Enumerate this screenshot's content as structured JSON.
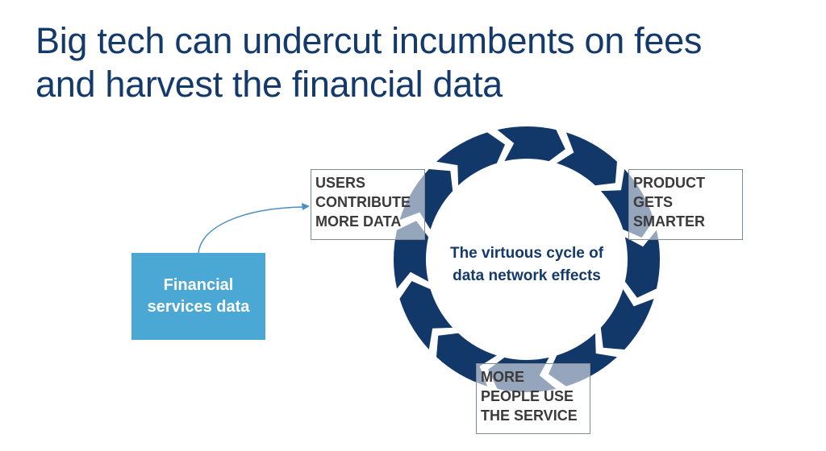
{
  "title": {
    "line1": "Big tech can undercut incumbents on fees",
    "line2": "and harvest the financial data"
  },
  "cycle": {
    "center_line1": "The virtuous cycle of",
    "center_line2": "data network effects",
    "segment_count": 12,
    "colors": {
      "ring": "#12386a",
      "arrow": "#4a8fc4",
      "source_box": "#4ba8d4",
      "title": "#143a6b"
    },
    "stages": [
      {
        "lines": [
          "USERS",
          "CONTRIBUTE",
          "MORE DATA"
        ]
      },
      {
        "lines": [
          "PRODUCT",
          "GETS",
          "SMARTER"
        ]
      },
      {
        "lines": [
          "MORE",
          "PEOPLE USE",
          "THE SERVICE"
        ]
      }
    ]
  },
  "source": {
    "line1": "Financial",
    "line2": "services data"
  }
}
